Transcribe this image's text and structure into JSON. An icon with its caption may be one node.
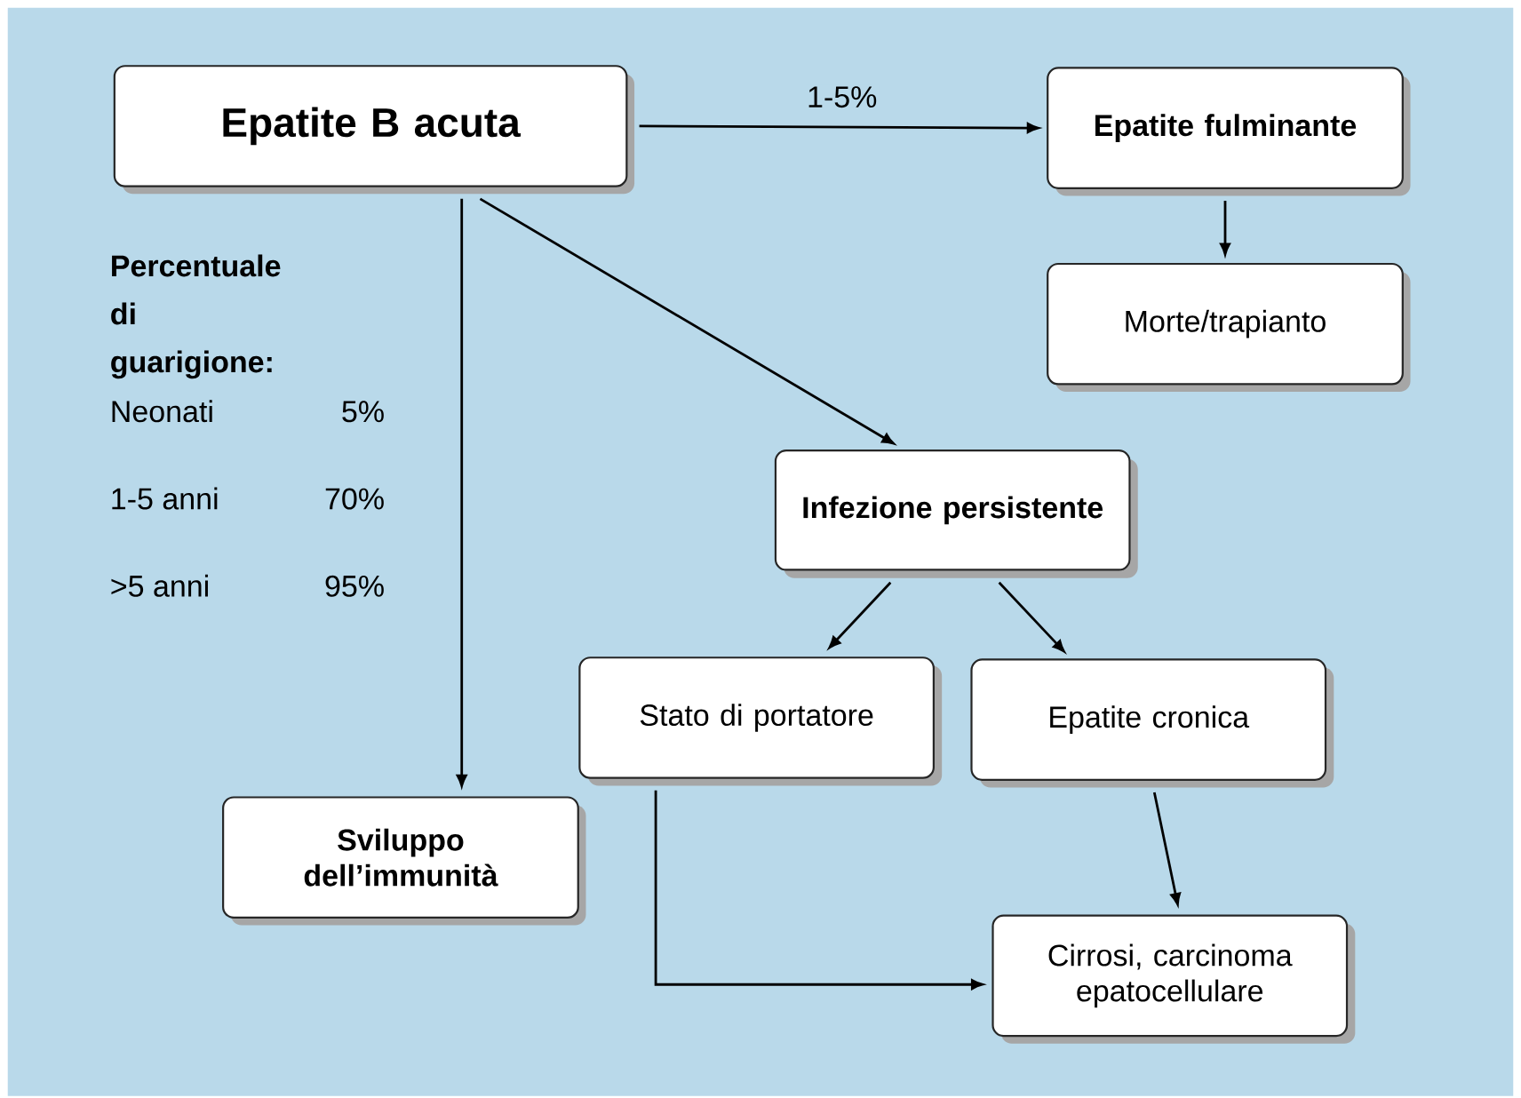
{
  "diagram": {
    "nodes": [
      {
        "text": [
          "Epatite B acuta"
        ]
      },
      {
        "text": [
          "Epatite fulminante"
        ]
      },
      {
        "text": [
          "Morte/trapianto"
        ]
      },
      {
        "text": [
          "Infezione persistente"
        ]
      },
      {
        "text": [
          "Stato di portatore"
        ]
      },
      {
        "text": [
          "Epatite cronica"
        ]
      },
      {
        "text": [
          "Sviluppo dell’immunità"
        ]
      },
      {
        "text": [
          "Cirrosi, carcinoma epatocellulare"
        ]
      }
    ],
    "edges": [
      {
        "from": 0,
        "to": 1,
        "arrow": "to",
        "label": "1-5%"
      },
      {
        "from": 1,
        "to": 2,
        "arrow": "to"
      },
      {
        "from": 0,
        "to": 6,
        "arrow": "to"
      },
      {
        "from": 0,
        "to": 3,
        "arrow": "to"
      },
      {
        "from": 3,
        "to": 4,
        "arrow": "to"
      },
      {
        "from": 3,
        "to": 5,
        "arrow": "to"
      },
      {
        "from": 5,
        "to": 7,
        "arrow": "to"
      },
      {
        "from": 4,
        "to": 7,
        "arrow": "to"
      }
    ],
    "labels": [
      "Percentuale di guarigione:",
      "Neonati",
      "5%",
      "1-5 anni",
      "70%",
      ">5 anni",
      "95%"
    ]
  }
}
